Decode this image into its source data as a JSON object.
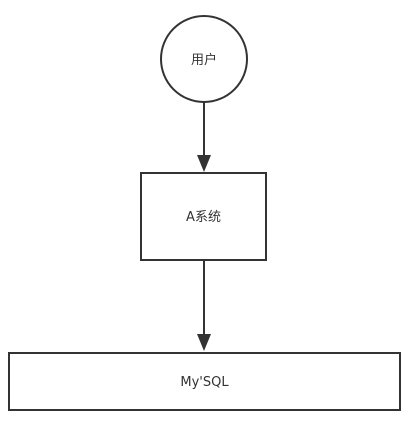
{
  "nodes": {
    "user": {
      "label": "用户",
      "shape": "circle"
    },
    "system_a": {
      "label": "A系统",
      "shape": "rectangle"
    },
    "database": {
      "label": "My'SQL",
      "shape": "rectangle"
    }
  },
  "edges": [
    {
      "from": "user",
      "to": "system_a",
      "direction": "down"
    },
    {
      "from": "system_a",
      "to": "database",
      "direction": "down"
    }
  ],
  "colors": {
    "stroke": "#333333",
    "fill": "#ffffff",
    "text": "#333333"
  }
}
